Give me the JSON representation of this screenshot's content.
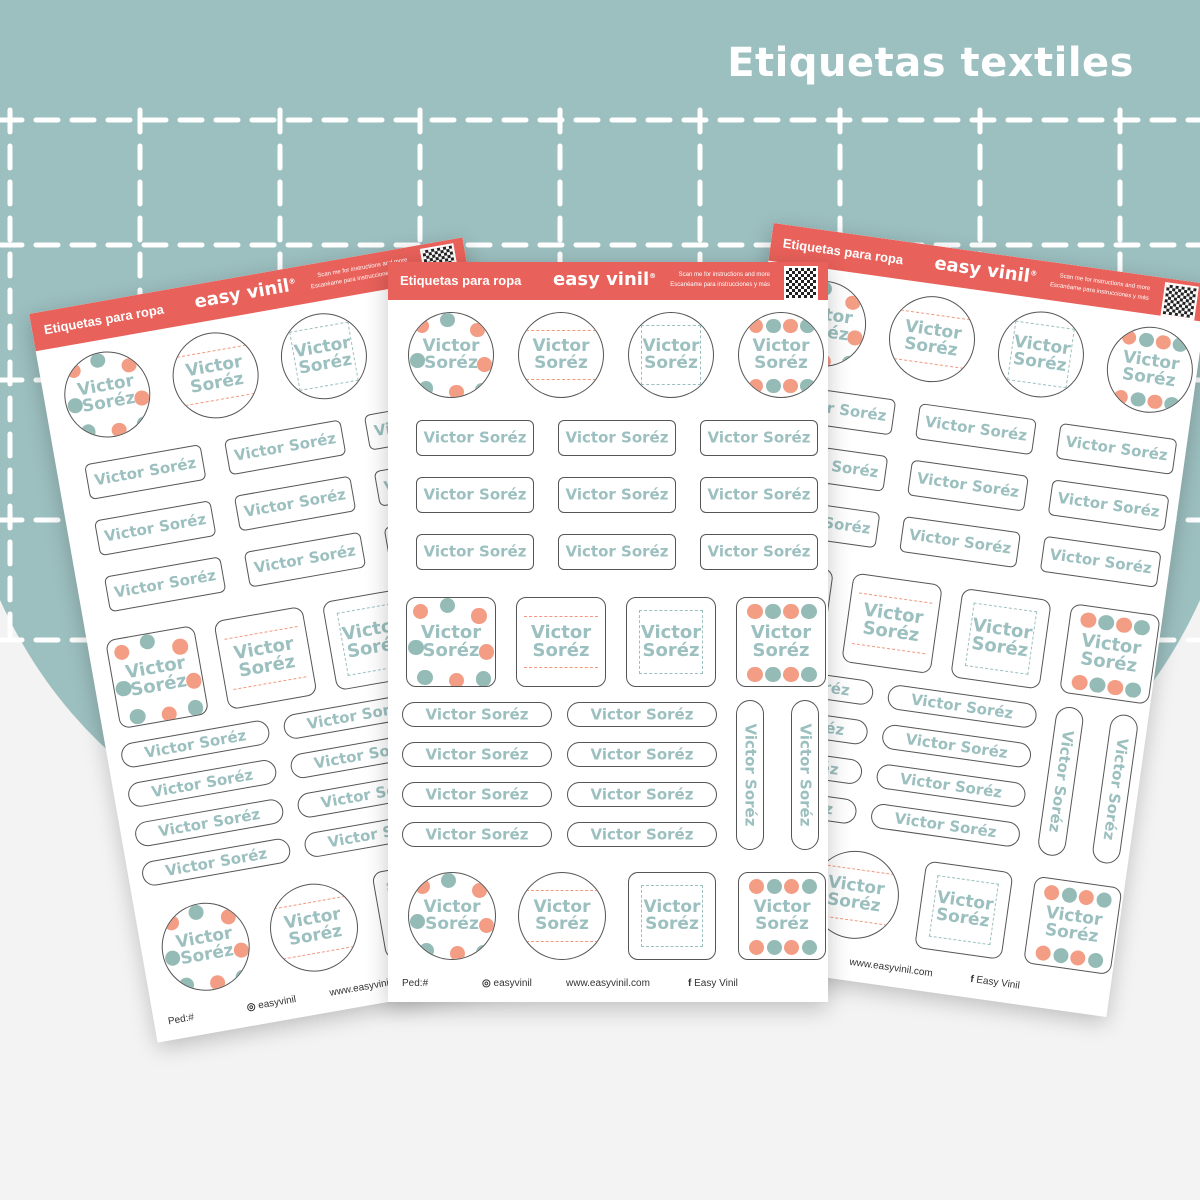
{
  "page_title": "Etiquetas textiles",
  "colors": {
    "teal": "#9cbfbf",
    "coral": "#e8615a",
    "label_text": "#9cbfbf",
    "dot_coral": "#f2987e",
    "dot_teal": "#8fb7b3"
  },
  "sheet": {
    "header_title": "Etiquetas para ropa",
    "brand": "easy vinil",
    "brand_mark": "®",
    "scan_en": "Scan me for instructions and more",
    "scan_es": "Escanéame para instrucciones y más",
    "name": "Victor Soréz",
    "name_line1": "Victor",
    "name_line2": "Soréz",
    "order": "Ped:#",
    "instagram": "easyvinil",
    "website": "www.easyvinil.com",
    "facebook": "Easy Vinil"
  }
}
